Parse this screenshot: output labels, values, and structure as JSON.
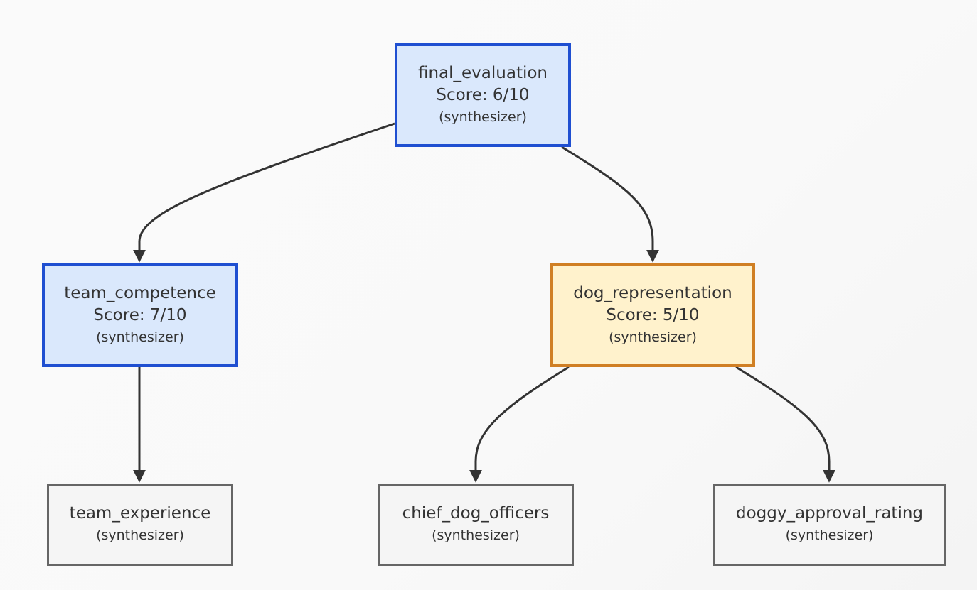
{
  "diagram": {
    "nodes": [
      {
        "id": "final_evaluation",
        "name": "final_evaluation",
        "score": "Score: 6/10",
        "kind": "(synthesizer)",
        "style": "blue"
      },
      {
        "id": "team_competence",
        "name": "team_competence",
        "score": "Score: 7/10",
        "kind": "(synthesizer)",
        "style": "blue"
      },
      {
        "id": "dog_representation",
        "name": "dog_representation",
        "score": "Score: 5/10",
        "kind": "(synthesizer)",
        "style": "orange"
      },
      {
        "id": "team_experience",
        "name": "team_experience",
        "kind": "(synthesizer)",
        "style": "gray"
      },
      {
        "id": "chief_dog_officers",
        "name": "chief_dog_officers",
        "kind": "(synthesizer)",
        "style": "gray"
      },
      {
        "id": "doggy_approval_rating",
        "name": "doggy_approval_rating",
        "kind": "(synthesizer)",
        "style": "gray"
      }
    ],
    "edges": [
      {
        "from": "final_evaluation",
        "to": "team_competence"
      },
      {
        "from": "final_evaluation",
        "to": "dog_representation"
      },
      {
        "from": "team_competence",
        "to": "team_experience"
      },
      {
        "from": "dog_representation",
        "to": "chief_dog_officers"
      },
      {
        "from": "dog_representation",
        "to": "doggy_approval_rating"
      }
    ],
    "colors": {
      "blue_fill": "#dae8fc",
      "blue_border": "#1f4fd1",
      "orange_fill": "#fff2cc",
      "orange_border": "#d07f24",
      "gray_fill": "#f5f5f5",
      "gray_border": "#666666",
      "edge": "#333333",
      "text": "#333333"
    }
  }
}
